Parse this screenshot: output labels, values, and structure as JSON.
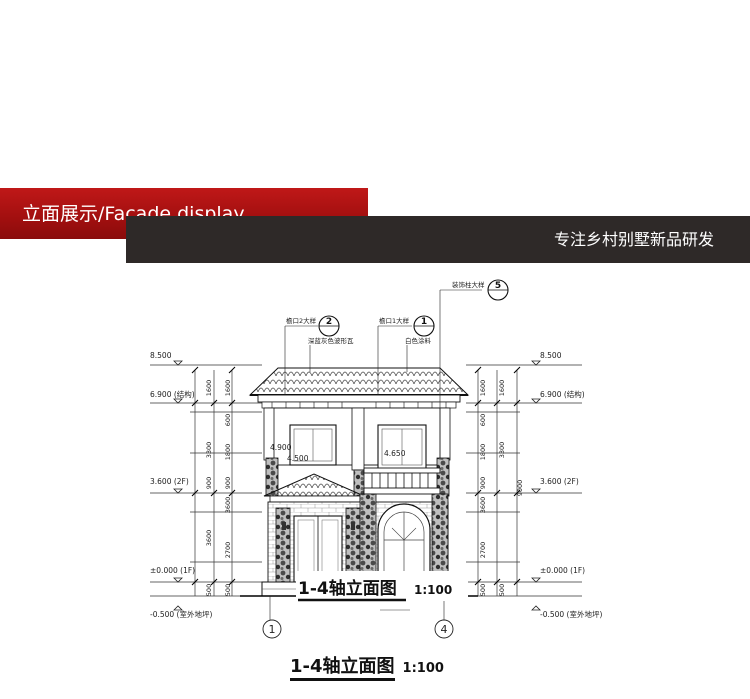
{
  "banner": {
    "title": "立面展示/Facade display",
    "slogan": "专注乡村别墅新品研发",
    "colors": {
      "red": "#b31414",
      "dark": "#2e2928"
    }
  },
  "drawing": {
    "callouts": [
      {
        "label": "檐口2大样",
        "number": "2"
      },
      {
        "label": "檐口1大样",
        "number": "1"
      },
      {
        "label": "装饰柱大样",
        "number": "5"
      }
    ],
    "material_notes": [
      "深蓝灰色波形瓦",
      "白色涂料"
    ],
    "left_levels": [
      "8.500",
      "6.900 (结构)",
      "3.600 (2F)",
      "±0.000 (1F)",
      "-0.500 (室外地坪)"
    ],
    "right_levels": [
      "8.500",
      "6.900 (结构)",
      "3.600 (2F)",
      "±0.000 (1F)",
      "-0.500 (室外地坪)"
    ],
    "left_dims_outer": [
      "1600",
      "600",
      "1800",
      "900",
      "3600",
      "2700",
      "500"
    ],
    "left_dims_inner": [
      "1600",
      "3300",
      "900",
      "3600",
      "500"
    ],
    "right_dims_outer": [
      "1600",
      "600",
      "1800",
      "900",
      "3600",
      "2700",
      "500"
    ],
    "right_dims_inner": [
      "1600",
      "3300",
      "9000",
      "500"
    ],
    "window_levels": [
      "4.900",
      "4.500",
      "4.650"
    ],
    "axis_left": "1",
    "axis_right": "4",
    "inner_title": "1-4轴立面图",
    "inner_scale": "1:100"
  },
  "caption": {
    "title": "1-4轴立面图",
    "scale": "1:100"
  }
}
